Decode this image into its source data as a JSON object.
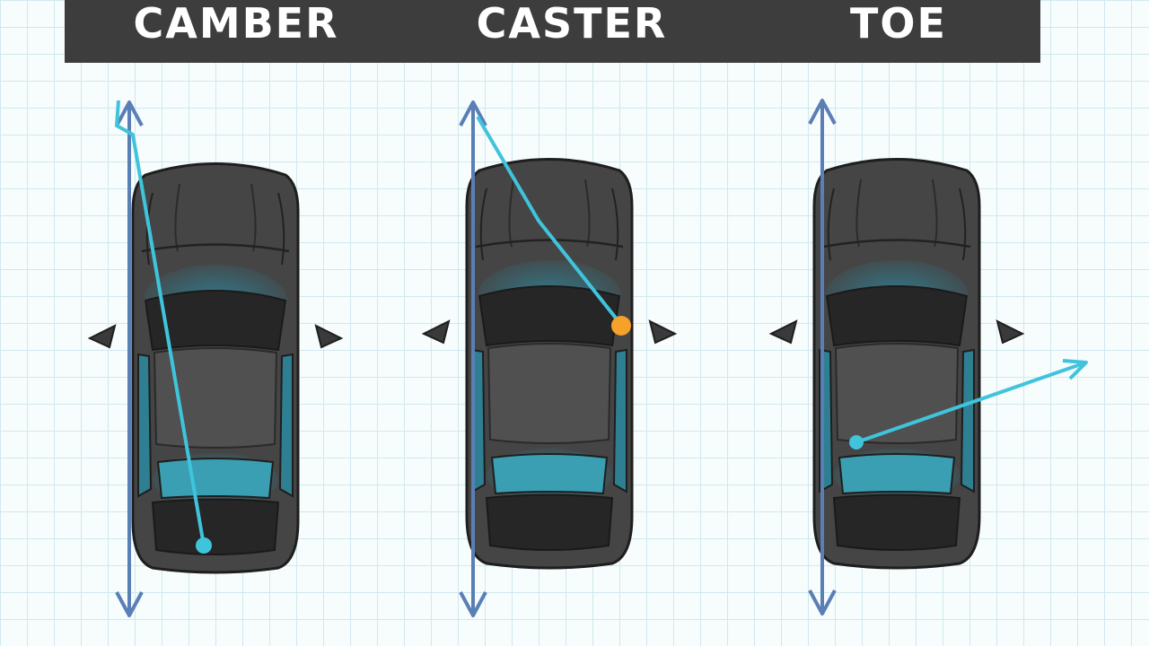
{
  "header": {
    "panels": [
      {
        "label": "CAMBER"
      },
      {
        "label": "CASTER"
      },
      {
        "label": "TOE"
      }
    ]
  },
  "colors": {
    "title_bar": "#3d3d3d",
    "title_text": "#ffffff",
    "grid_line": "#cfe9ef",
    "background": "#f7fcfd",
    "reference_axis": "#5a7fb5",
    "camber_line": "#3fc4dc",
    "caster_line": "#3fc4dc",
    "caster_pivot": "#f5a12a",
    "toe_line": "#3fc4dc",
    "car_body": "#454545",
    "car_glass": "#262626",
    "car_accent": "#2f7f92"
  },
  "icons": {
    "car": "car-top-view-icon",
    "axis": "double-arrow-icon"
  }
}
